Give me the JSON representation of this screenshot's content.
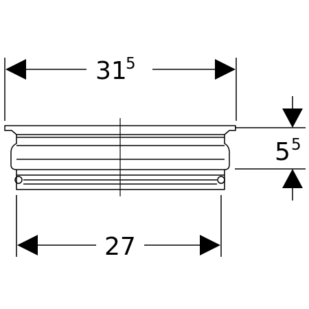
{
  "dimensions": {
    "top_width": {
      "main": "31",
      "sup": "5"
    },
    "bottom_width": {
      "main": "27"
    },
    "height": {
      "main": "5",
      "sup": "5"
    }
  }
}
